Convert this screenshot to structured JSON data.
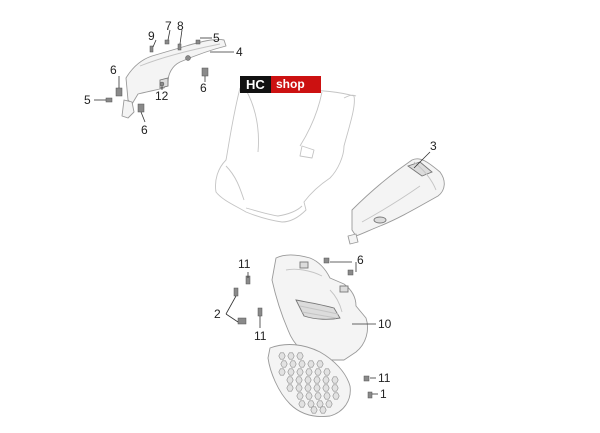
{
  "logo": {
    "hc": "HC",
    "shop": "shop",
    "bg_color": "#cc1111",
    "hc_bg_color": "#111111"
  },
  "callouts": {
    "c1": "1",
    "c2": "2",
    "c3": "3",
    "c4": "4",
    "c5a": "5",
    "c5b": "5",
    "c6a": "6",
    "c6b": "6",
    "c6c": "6",
    "c6d": "6",
    "c7": "7",
    "c8": "8",
    "c9": "9",
    "c10": "10",
    "c11a": "11",
    "c11b": "11",
    "c11c": "11",
    "c12": "12"
  }
}
